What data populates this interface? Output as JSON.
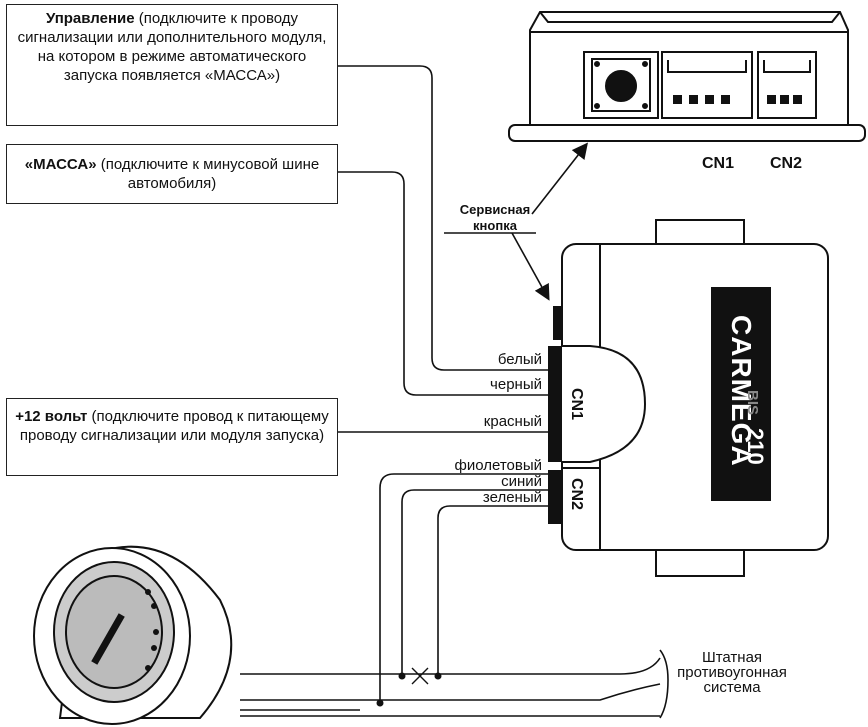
{
  "notes": {
    "control": {
      "bold": "Управление",
      "text": " (подключите к проводу сигнализации или дополнительного модуля, на котором в режиме автоматического запуска появляется «МАССА»)"
    },
    "ground": {
      "bold": "«МАССА»",
      "text": "  (подключите к минусовой шине автомобиля)"
    },
    "power": {
      "bold": "+12 вольт",
      "text": " (подключите провод к питающему проводу сигнализации или модуля запуска)"
    }
  },
  "connectors": {
    "cn1": "CN1",
    "cn2": "CN2"
  },
  "service_button": {
    "line1": "Сервисная",
    "line2": "кнопка"
  },
  "wires": {
    "white": "белый",
    "black": "черный",
    "red": "красный",
    "violet": "фиолетовый",
    "blue": "синий",
    "green": "зеленый"
  },
  "device": {
    "brand": "CARMEGA",
    "model_prefix": "BIS",
    "model_num": "210"
  },
  "immobilizer": {
    "line1": "Штатная",
    "line2": "противоугонная",
    "line3": "система"
  }
}
